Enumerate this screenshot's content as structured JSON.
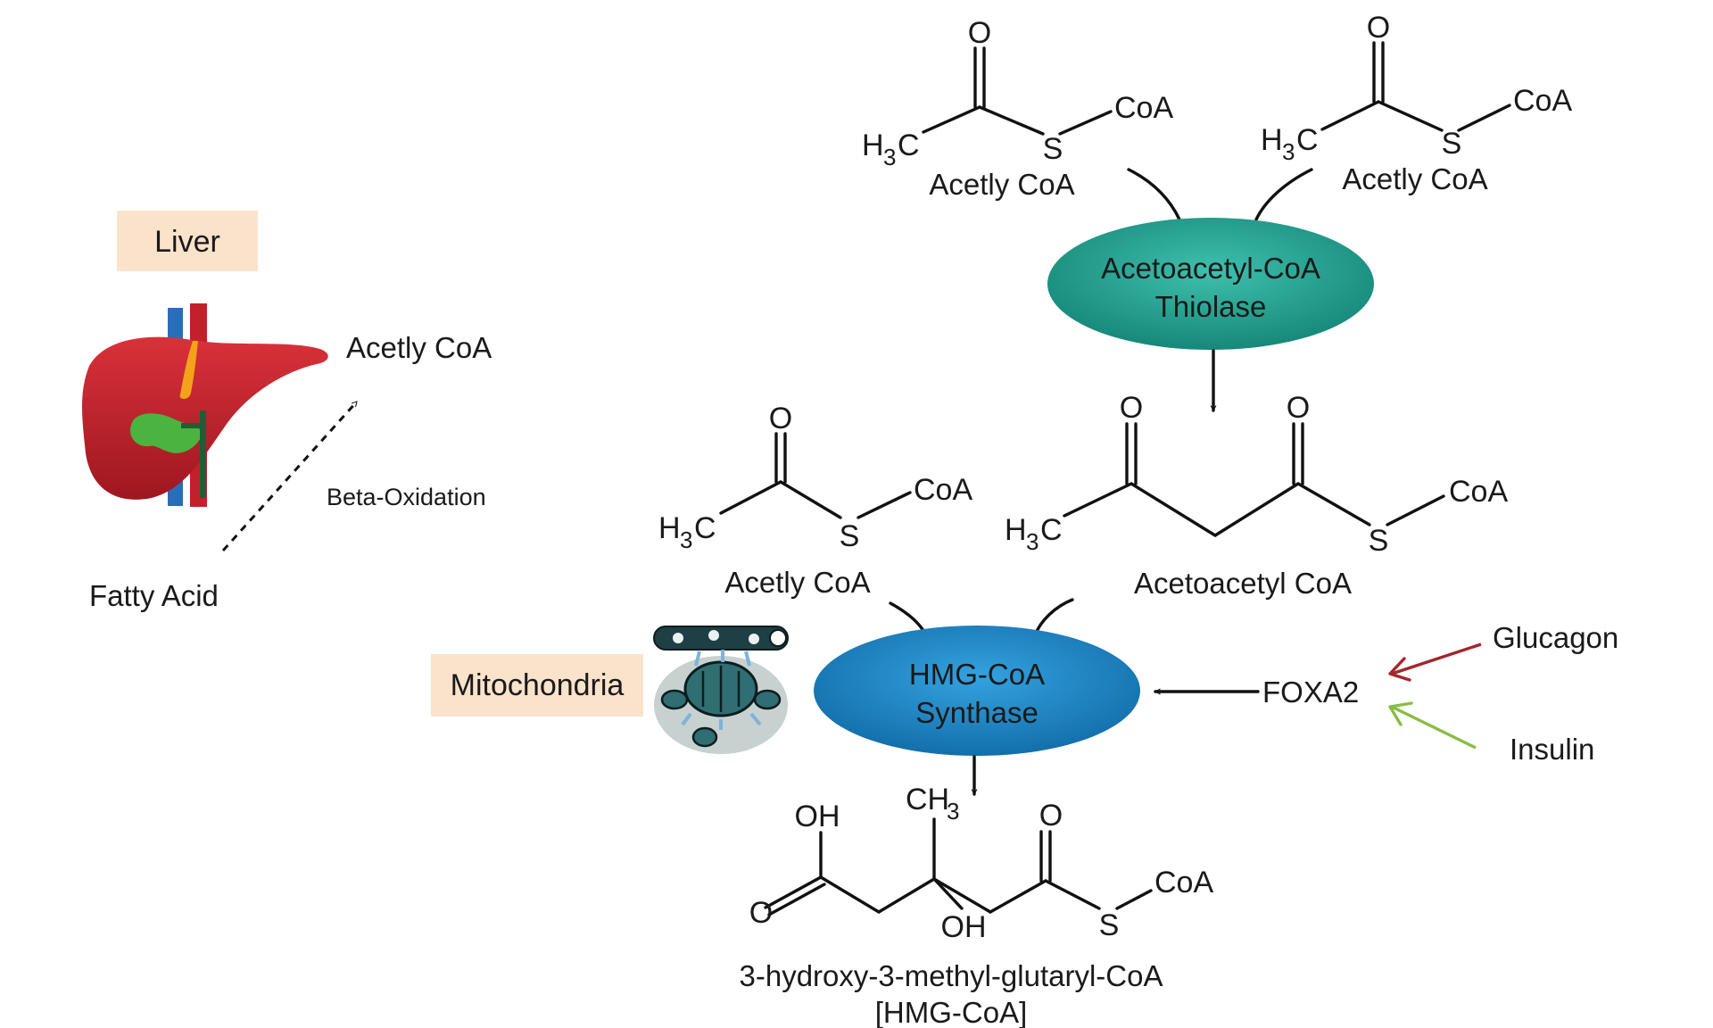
{
  "colors": {
    "tag_fill": "#fbe3cb",
    "thiolase_fill": "#22a08f",
    "synthase_fill": "#1d86c8",
    "glucagon_arrow": "#a3262b",
    "insulin_arrow": "#88bd45",
    "liver_red": "#c4202a",
    "liver_green": "#4bb33f",
    "mito_teal": "#2f6e72"
  },
  "icons": {
    "liver": "liver-organ-illustration",
    "mitochondria": "mitochondria-cell-illustration"
  },
  "liver_panel": {
    "tag": "Liver",
    "product": "Acetly CoA",
    "process": "Beta-Oxidation",
    "substrate": "Fatty Acid"
  },
  "atoms": {
    "oxygen": "O",
    "sulfur": "S",
    "coa": "CoA",
    "carbon": "C",
    "h": "H",
    "sub3": "3",
    "ch": "CH",
    "oh": "OH"
  },
  "molecules": {
    "acetyl_coa_left": "Acetly CoA",
    "acetyl_coa_right": "Acetly CoA",
    "acetyl_coa_mid": "Acetly CoA",
    "acetoacetyl_coa": "Acetoacetyl CoA",
    "hmg_coa_line1": "3-hydroxy-3-methyl-glutaryl-CoA",
    "hmg_coa_line2": "[HMG-CoA]"
  },
  "enzymes": {
    "thiolase_line1": "Acetoacetyl-CoA",
    "thiolase_line2": "Thiolase",
    "synthase_line1": "HMG-CoA",
    "synthase_line2": "Synthase"
  },
  "organelle_tag": "Mitochondria",
  "regulation": {
    "factor": "FOXA2",
    "hormone_1": "Glucagon",
    "hormone_2": "Insulin"
  }
}
